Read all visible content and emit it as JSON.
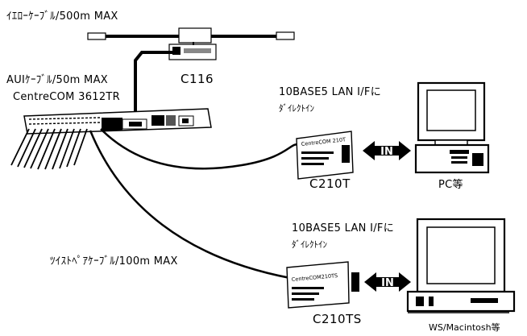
{
  "labels": {
    "yellow_cable": "ｲｴﾛｰｹｰﾌﾞﾙ/500m MAX",
    "aui_cable": "AUIｹｰﾌﾞﾙ/50m MAX",
    "c116": "C116",
    "centrecom": "CentreCOM 3612TR",
    "lan_top_line1": "10BASE5 LAN I/Fに",
    "lan_top_line2": "ﾀﾞｲﾚｸﾄｲﾝ",
    "c210t": "C210T",
    "pc": "PC等",
    "twisted_pair": "ﾂｲｽﾄﾍﾟｱｹｰﾌﾞﾙ/100m MAX",
    "lan_bottom_line1": "10BASE5 LAN I/Fに",
    "lan_bottom_line2": "ﾀﾞｲﾚｸﾄｲﾝ",
    "c210ts": "C210TS",
    "ws": "WS/Macintosh等",
    "in_top": "IN",
    "in_bottom": "IN",
    "device_c210t_text": "CentreCOM 210T",
    "device_c210ts_text": "CentreCOM210TS"
  }
}
